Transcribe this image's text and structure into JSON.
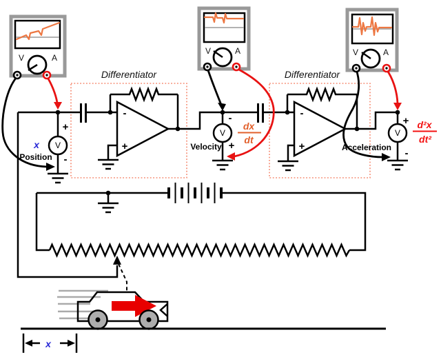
{
  "colors": {
    "trace_orange": "#ED7742",
    "dotted_box_salmon": "#F5876D",
    "wire_red": "#E81212",
    "label_blue": "#2929D6",
    "math_orange": "#E2602C",
    "math_red": "#F31111",
    "meter_frame_gray": "#999999",
    "wheel_gray": "#ADADAD",
    "car_arrow_red": "#E80000"
  },
  "meters": {
    "volt_label": "V",
    "amp_label": "A"
  },
  "differentiators": {
    "label1": "Differentiator",
    "label2": "Differentiator"
  },
  "position": {
    "quantity_symbol": "x",
    "label": "Position",
    "meter_letter": "V",
    "plus_sign": "+",
    "minus_sign": "-"
  },
  "velocity": {
    "label": "Velocity",
    "meter_letter": "V",
    "plus_sign": "+",
    "minus_sign": "-",
    "derivative_numerator": "dx",
    "derivative_denominator": "dt"
  },
  "acceleration": {
    "label": "Acceleration",
    "meter_letter": "V",
    "plus_sign": "+",
    "minus_sign": "-",
    "derivative_numerator": "d²x",
    "derivative_denominator": "dt²"
  },
  "opamps": {
    "inverting_input": "-",
    "noninverting_input": "+"
  },
  "car": {
    "distance_symbol": "x"
  }
}
